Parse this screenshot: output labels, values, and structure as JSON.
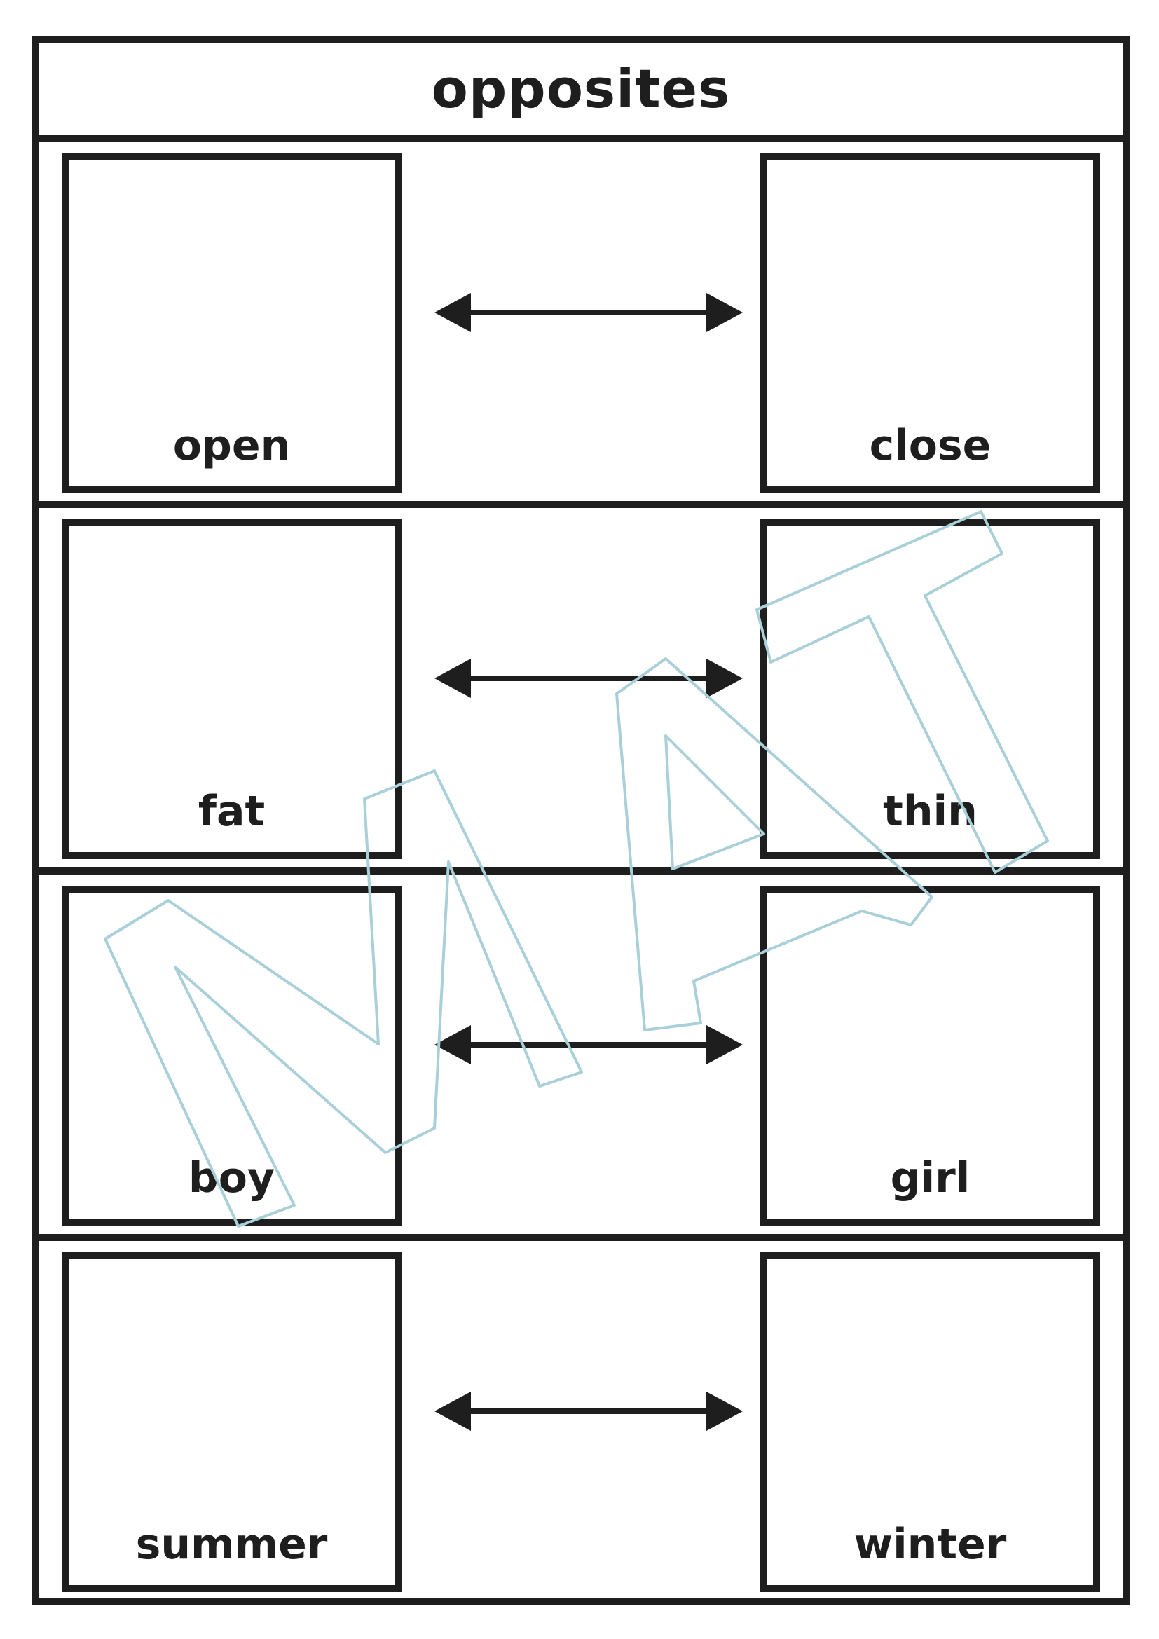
{
  "title": "opposites",
  "pairs": [
    {
      "left": "open",
      "right": "close"
    },
    {
      "left": "fat",
      "right": "thin"
    },
    {
      "left": "boy",
      "right": "girl"
    },
    {
      "left": "summer",
      "right": "winter"
    }
  ],
  "watermark": {
    "text": "MAT",
    "color": "#a9cfd9"
  },
  "colors": {
    "ink": "#1e1e1e",
    "background": "#ffffff"
  }
}
